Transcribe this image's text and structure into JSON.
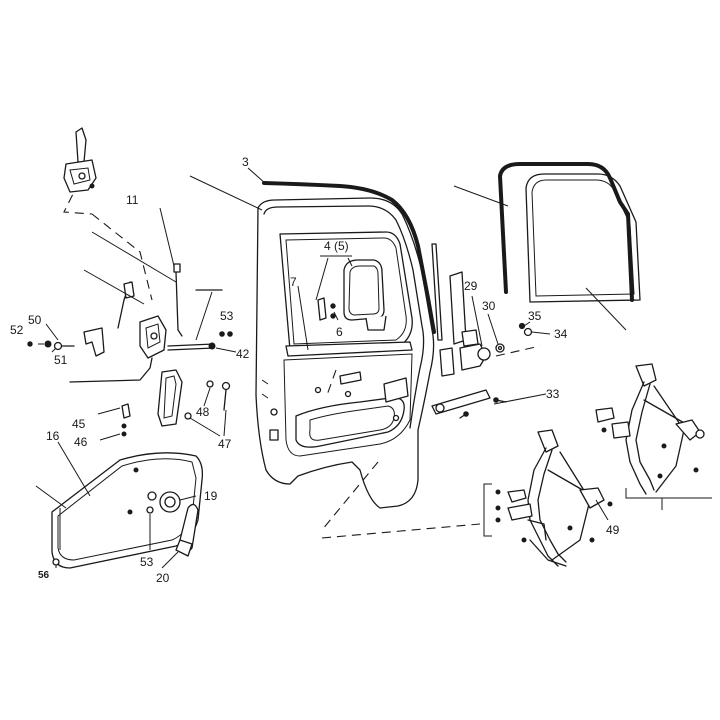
{
  "callouts": {
    "c3": "3",
    "c4": "4 (5)",
    "c6": "6",
    "c7": "7",
    "c11": "11",
    "c16": "16",
    "c19": "19",
    "c20": "20",
    "c29": "29",
    "c30": "30",
    "c33": "33",
    "c34": "34",
    "c35": "35",
    "c42": "42",
    "c45": "45",
    "c46": "46",
    "c47": "47",
    "c48": "48",
    "c49": "49",
    "c50": "50",
    "c51": "51",
    "c52": "52",
    "c53a": "53",
    "c53b": "53",
    "c56": "56"
  }
}
